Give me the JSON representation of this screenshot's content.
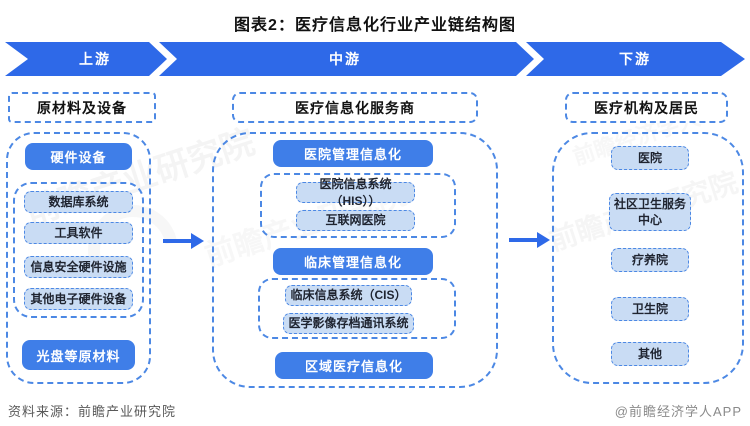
{
  "title": "图表2：医疗信息化行业产业链结构图",
  "banner": {
    "segments": [
      {
        "label": "上游"
      },
      {
        "label": "中游"
      },
      {
        "label": "下游"
      }
    ]
  },
  "upstream": {
    "header": "原材料及设备",
    "hardware_group": {
      "title": "硬件设备",
      "items": [
        "数据库系统",
        "工具软件",
        "信息安全硬件设施",
        "其他电子硬件设备"
      ]
    },
    "materials": "光盘等原材料"
  },
  "midstream": {
    "header": "医疗信息化服务商",
    "groups": [
      {
        "title": "医院管理信息化",
        "items": [
          "医院信息系统（HIS））",
          "互联网医院"
        ]
      },
      {
        "title": "临床管理信息化",
        "items": [
          "临床信息系统（CIS）",
          "医学影像存档通讯系统"
        ]
      }
    ],
    "regional": "区域医疗信息化"
  },
  "downstream": {
    "header": "医疗机构及居民",
    "items": [
      "医院",
      "社区卫生服务中心",
      "疗养院",
      "卫生院",
      "其他"
    ]
  },
  "footer": {
    "source": "资料来源：前瞻产业研究院",
    "brand": "@前瞻经济学人APP"
  },
  "watermarks": {
    "wm1": "前瞻产业研究院",
    "wm2": "前瞻产业研究院",
    "wm3": "前瞻产业研究院",
    "wm4": "前瞻经济学人"
  },
  "colors": {
    "banner_blue": "#2E69E8",
    "button_blue": "#3F7EE8",
    "item_bg": "#C9DCF4",
    "border_blue": "#4C88E4"
  }
}
